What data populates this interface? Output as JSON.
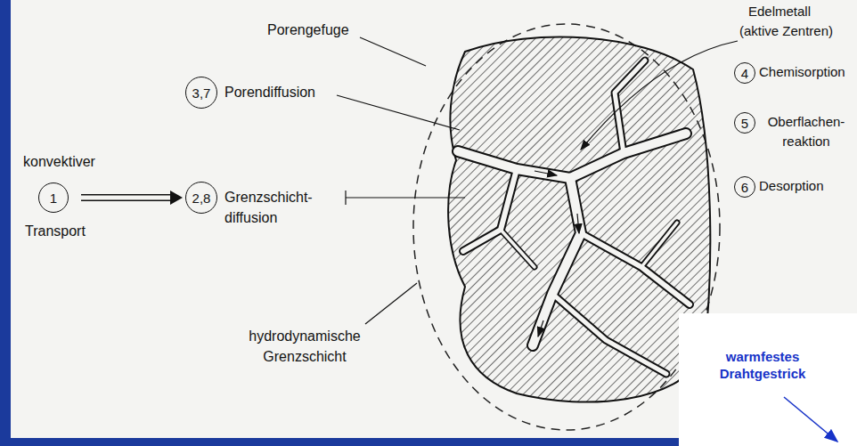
{
  "diagram": {
    "nodes": [
      {
        "text": [
          "1"
        ]
      },
      {
        "text": [
          "2,8"
        ]
      },
      {
        "text": [
          "3,7"
        ]
      },
      {
        "text": [
          "4"
        ]
      },
      {
        "text": [
          "5"
        ]
      },
      {
        "text": [
          "6"
        ]
      }
    ],
    "edges": [
      {
        "from": 0,
        "to": 1,
        "arrow": "to"
      }
    ],
    "labels": [
      "Porengefuge",
      "Edelmetall",
      "(aktive Zentren)",
      "Porendiffusion",
      "konvektiver",
      "Transport",
      "Grenzschicht- diffusion",
      "Chemisorption",
      "Oberflachen- reaktion",
      "Desorption",
      "hydrodynamische Grenzschicht",
      "warmfestes Drahtgestrick"
    ]
  }
}
